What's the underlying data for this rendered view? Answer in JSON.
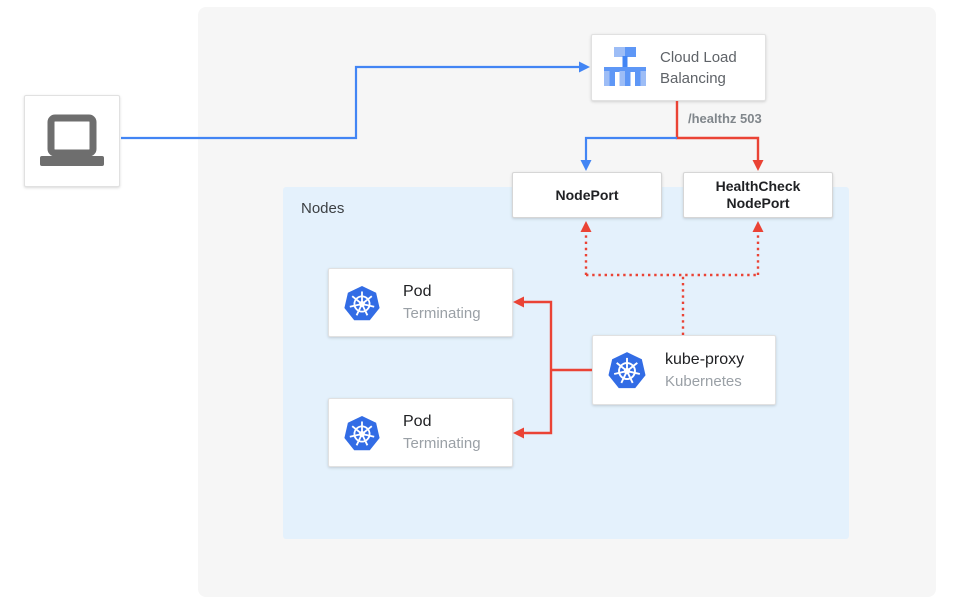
{
  "colors": {
    "blue": "#4285F4",
    "red": "#EA4335",
    "stage_bg": "#F6F6F6",
    "nodes_bg": "#E4F1FC",
    "kubernetes_blue": "#326CE5",
    "lb_blue": "#5E97F6",
    "lb_light_blue": "#9DBDF6",
    "lb_dark_blue": "#4285F4",
    "laptop_gray": "#6E6E6E",
    "text_dark": "#202124",
    "text_medium": "#5F6368",
    "text_gray": "#9AA0A6",
    "text_nodes": "#3C4043",
    "healthz_gray": "#80868B"
  },
  "clb": {
    "label": "Cloud Load Balancing"
  },
  "healthz": {
    "label": "/healthz 503"
  },
  "nodeport": {
    "label": "NodePort"
  },
  "healthcheck_nodeport": {
    "label": "HealthCheck NodePort"
  },
  "nodes_group": {
    "label": "Nodes"
  },
  "pods": [
    {
      "title": "Pod",
      "status": "Terminating"
    },
    {
      "title": "Pod",
      "status": "Terminating"
    }
  ],
  "kube_proxy": {
    "title": "kube-proxy",
    "subtitle": "Kubernetes"
  }
}
